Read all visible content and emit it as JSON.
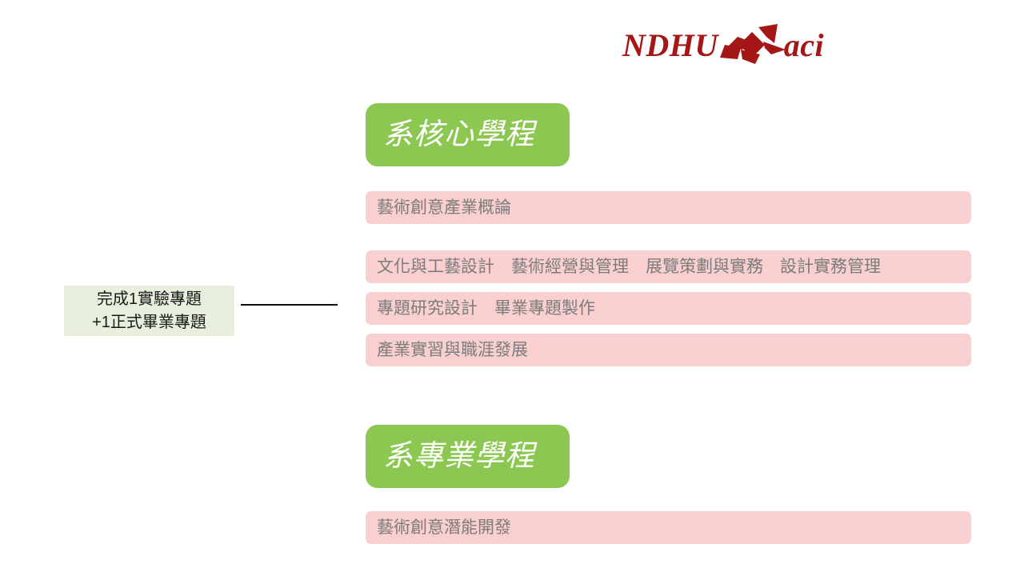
{
  "logo": {
    "text_lead": "NDHU",
    "text_tail": "aci",
    "mark_name": "ndhu-aci-emblem",
    "color": "#a51717"
  },
  "callout": {
    "line1": "完成1實驗專題",
    "line2": "+1正式畢業專題",
    "background": "#e8f0dd",
    "text_color": "#1a1a1a"
  },
  "connector": {
    "color": "#0d0d0d"
  },
  "programs": [
    {
      "title": "系核心學程",
      "header_color": "#8cc751",
      "header_text_color": "#ffffff",
      "courses": [
        "藝術創意產業概論",
        "文化與工藝設計　藝術經營與管理　展覽策劃與實務　設計實務管理",
        "專題研究設計　畢業專題製作",
        "產業實習與職涯發展"
      ]
    },
    {
      "title": "系專業學程",
      "header_color": "#8cc751",
      "header_text_color": "#ffffff",
      "courses": [
        "藝術創意潛能開發"
      ]
    }
  ],
  "course_bar_style": {
    "background": "#f9cfcf",
    "text_color": "#7c7c7c"
  }
}
